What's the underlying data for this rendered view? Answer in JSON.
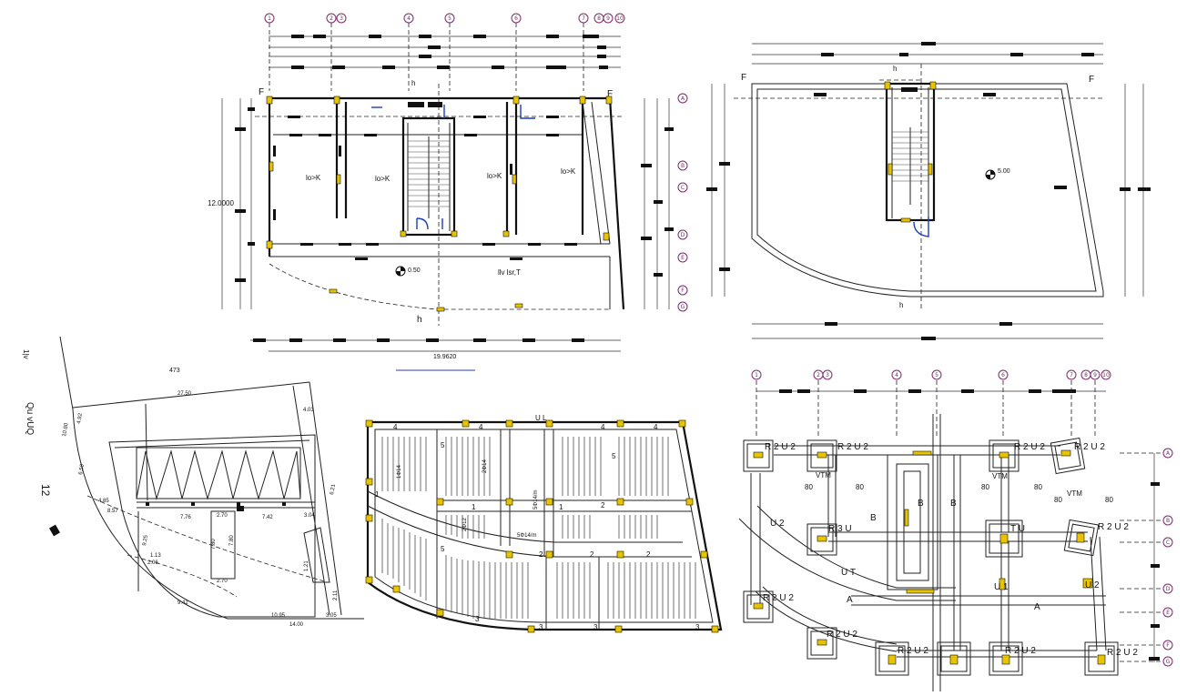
{
  "plan1": {
    "grid_numbers": [
      "1",
      "2",
      "3",
      "4",
      "5",
      "6",
      "7",
      "8",
      "9",
      "10"
    ],
    "grid_letters": [
      "A",
      "B",
      "C",
      "D",
      "E",
      "F",
      "G"
    ],
    "room_labels": [
      "lo>K",
      "lo>K",
      "lo>K",
      "lo>K"
    ],
    "section_marks": [
      "F",
      "F",
      "h",
      "h"
    ],
    "level": "0.50",
    "area_label": "llv lsr,T",
    "height_dim": "12.0000",
    "width_dim": "19.9620"
  },
  "plan2": {
    "section_marks": [
      "F",
      "F",
      "h",
      "h"
    ],
    "level": "5.00"
  },
  "site": {
    "label_top": "473",
    "dim_top": "27.50",
    "rotated_left_a": "1|v",
    "rotated_left_b": "Qu vUQ",
    "rotated_num": "12",
    "dims": [
      "4.03",
      "10.80",
      "4.92",
      "6.50",
      "4.85",
      "8.57",
      "7.76",
      "2.70",
      "7.42",
      "3.04",
      "7.80",
      "7.80",
      "2.70",
      "9.25",
      "1.13",
      "2.06",
      "9.42",
      "10.95",
      "14.00",
      "3.05",
      "1.21",
      "2.11",
      "6.21"
    ]
  },
  "slab": {
    "header": "U L",
    "labels": [
      "4",
      "4",
      "4",
      "4",
      "5",
      "5",
      "1",
      "1",
      "2",
      "2",
      "3",
      "3",
      "3",
      "3",
      "2",
      "1",
      "2",
      "5"
    ],
    "bar_labels": [
      "1Φ14",
      "2Φ14",
      "2Φ12",
      "5Φ14/m",
      "5Φ14/m"
    ]
  },
  "foundation": {
    "grid_numbers": [
      "1",
      "2",
      "3",
      "4",
      "5",
      "6",
      "7",
      "8",
      "9",
      "10"
    ],
    "grid_letters": [
      "A",
      "B",
      "C",
      "D",
      "E",
      "F",
      "G"
    ],
    "footing_labels": [
      "R 2 U 2",
      "R 2 U 2",
      "R 2 U 2",
      "R 2 U 2",
      "R 3 U",
      "T U",
      "R 2 U 2",
      "R 2 U 2",
      "R 2 U 2",
      "R 2 U 2",
      "R 2 U 2",
      "R 2 U 2"
    ],
    "beam_labels": [
      "U 2",
      "U T",
      "U 1",
      "U 2",
      "A",
      "A",
      "B",
      "B",
      "B",
      "VTM",
      "VTM",
      "VTM"
    ],
    "values": [
      "80",
      "80",
      "80",
      "80",
      "80",
      "80"
    ]
  }
}
